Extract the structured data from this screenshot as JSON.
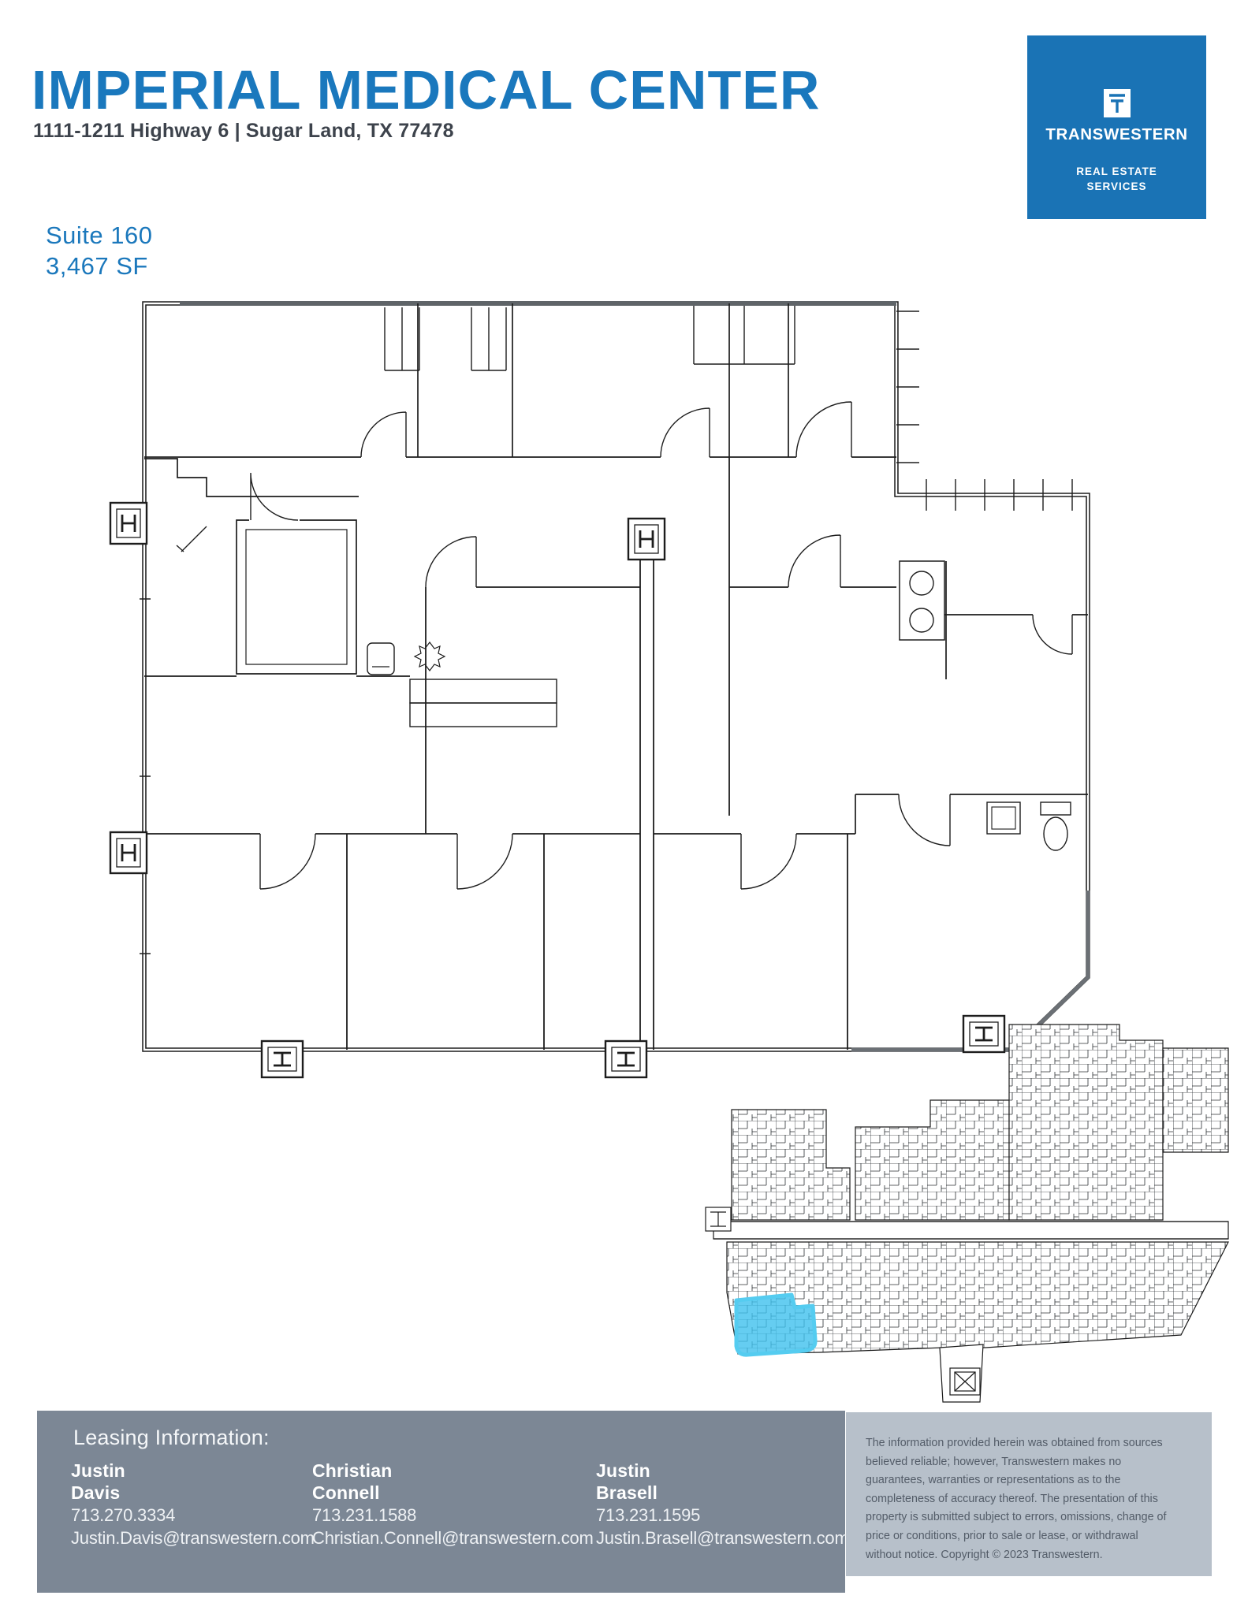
{
  "header": {
    "title": "IMPERIAL MEDICAL CENTER",
    "address": "1111-1211 Highway 6 | Sugar Land, TX 77478",
    "title_color": "#1a78bd"
  },
  "brand": {
    "name": "TRANSWESTERN",
    "tagline_line1": "REAL ESTATE",
    "tagline_line2": "SERVICES",
    "box_color": "#1a73b5",
    "logo_icon": "transwestern-t-icon"
  },
  "suite": {
    "label": "Suite 160",
    "area": "3,467 SF"
  },
  "floor_plan": {
    "line_color": "#1d1d1d",
    "highlight_color": "#3ec1ed",
    "icons": [
      "steel-column-h-icon",
      "steel-column-i-icon",
      "sink-icon",
      "plant-icon",
      "toilet-icon",
      "stairwell-icon"
    ]
  },
  "footer": {
    "heading": "Leasing Information:",
    "background": "#7c8795",
    "panel_background": "#b7c0ca",
    "contacts": [
      {
        "first": "Justin",
        "last": "Davis",
        "phone": "713.270.3334",
        "email": "Justin.Davis@transwestern.com"
      },
      {
        "first": "Christian",
        "last": "Connell",
        "phone": "713.231.1588",
        "email": "Christian.Connell@transwestern.com"
      },
      {
        "first": "Justin",
        "last": "Brasell",
        "phone": "713.231.1595",
        "email": "Justin.Brasell@transwestern.com"
      }
    ],
    "disclaimer": "The information provided herein was obtained from sources believed reliable; however, Transwestern makes no guarantees, warranties or representations as to the completeness of accuracy thereof. The presentation of this property is submitted subject to errors, omissions, change of price or conditions, prior to sale or lease, or withdrawal without notice. Copyright © 2023 Transwestern."
  }
}
